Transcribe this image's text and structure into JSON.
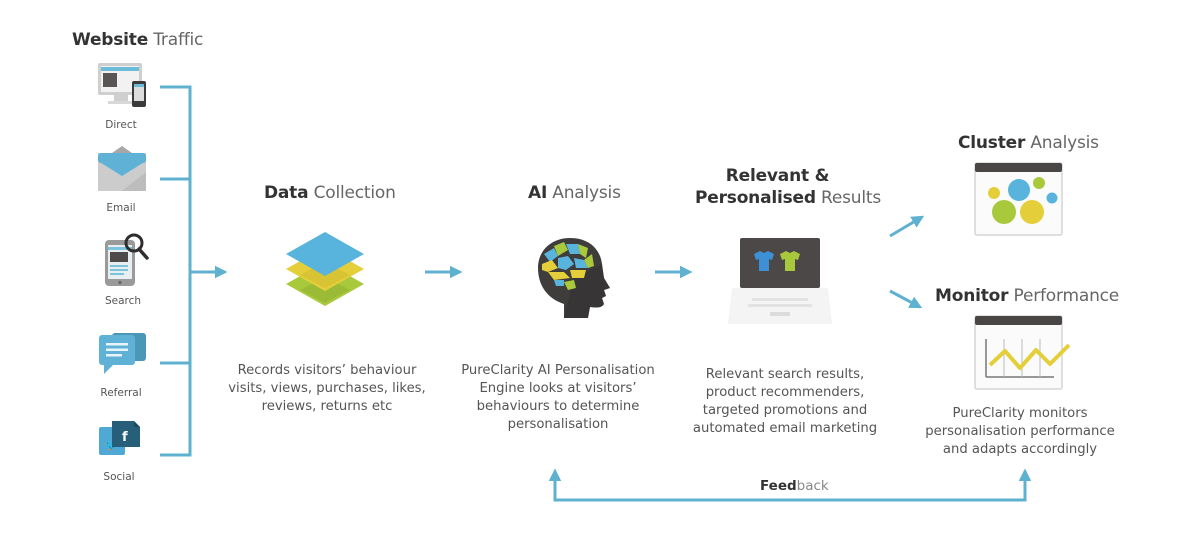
{
  "colors": {
    "connector": "#5eb1cf",
    "blue": "#4fb0d8",
    "yellow": "#e4cf3b",
    "green": "#a9c93c",
    "dark": "#4a4646",
    "light_gray": "#d9d9d9"
  },
  "website_traffic": {
    "title_bold": "Website",
    "title_light": " Traffic",
    "sources": [
      {
        "label": "Direct",
        "icon": "desktop-mobile-icon"
      },
      {
        "label": "Email",
        "icon": "envelope-icon"
      },
      {
        "label": "Search",
        "icon": "tablet-search-icon"
      },
      {
        "label": "Referral",
        "icon": "chat-bubbles-icon"
      },
      {
        "label": "Social",
        "icon": "twitter-facebook-icon"
      }
    ]
  },
  "stages": [
    {
      "id": "data-collection",
      "title_bold": "Data",
      "title_light": " Collection",
      "icon": "stacked-layers-icon",
      "description": [
        "Records visitors’ behaviour",
        "visits, views, purchases, likes,",
        "reviews, returns etc"
      ]
    },
    {
      "id": "ai-analysis",
      "title_bold": "AI",
      "title_light": " Analysis",
      "icon": "brain-head-icon",
      "description": [
        "PureClarity AI Personalisation",
        "Engine looks at visitors’",
        "behaviours to determine",
        "personalisation"
      ]
    },
    {
      "id": "results",
      "title_line1_bold": "Relevant &",
      "title_bold": "Personalised",
      "title_light": " Results",
      "icon": "laptop-tshirts-icon",
      "description": [
        "Relevant search results,",
        "product recommenders,",
        "targeted promotions and",
        "automated email marketing"
      ]
    },
    {
      "id": "cluster-analysis",
      "title_bold": "Cluster",
      "title_light": " Analysis",
      "icon": "bubble-cluster-window-icon"
    },
    {
      "id": "monitor-performance",
      "title_bold": "Monitor",
      "title_light": " Performance",
      "icon": "line-chart-window-icon",
      "description": [
        "PureClarity monitors",
        "personalisation performance",
        "and adapts accordingly"
      ]
    }
  ],
  "feedback": {
    "label_bold": "Feed",
    "label_light": "back"
  }
}
